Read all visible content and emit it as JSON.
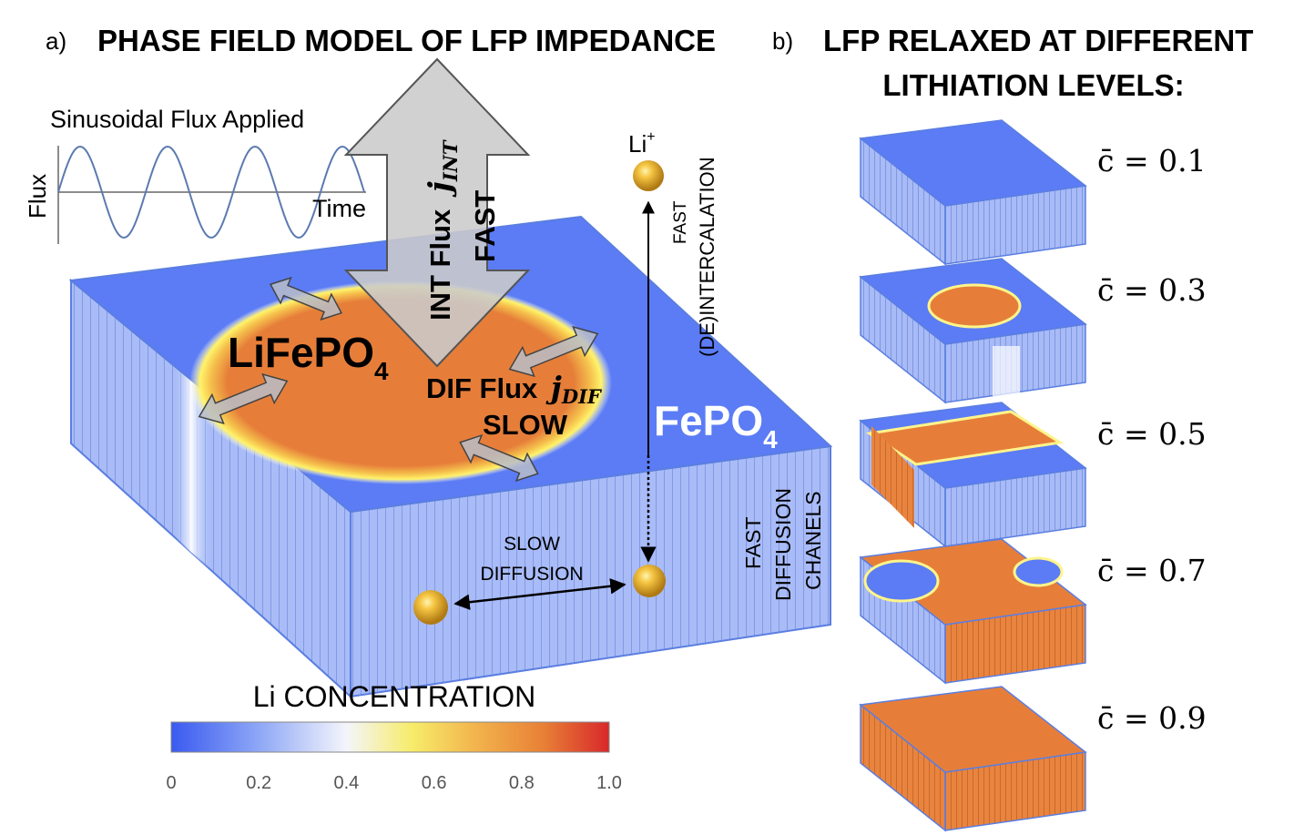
{
  "panel_a": {
    "letter": "a)",
    "title": "PHASE FIELD MODEL OF LFP IMPEDANCE",
    "flux_plot": {
      "title": "Sinusoidal Flux Applied",
      "y_label": "Flux",
      "x_label": "Time"
    },
    "int_arrow": {
      "line1": "INT Flux",
      "symbol": "j",
      "subscript": "INT",
      "line2": "FAST"
    },
    "lifepo4": {
      "text": "LiFePO",
      "subscript": "4"
    },
    "fepo4": {
      "text": "FePO",
      "subscript": "4"
    },
    "dif_flux": {
      "line1": "DIF Flux",
      "symbol": "j",
      "subscript": "DIF",
      "line2": "SLOW"
    },
    "li_ion": {
      "text": "Li",
      "superscript": "+"
    },
    "intercalation": {
      "line1": "FAST",
      "line2": "(DE)INTERCALATION"
    },
    "slow_diffusion": {
      "line1": "SLOW",
      "line2": "DIFFUSION"
    },
    "channels": {
      "line1": "FAST",
      "line2": "DIFFUSION",
      "line3": "CHANELS"
    },
    "colorbar": {
      "title": "Li CONCENTRATION",
      "ticks": [
        "0",
        "0.2",
        "0.4",
        "0.6",
        "0.8",
        "1.0"
      ],
      "colors": [
        "#3b5bf0",
        "#7f9cf5",
        "#f2f4ff",
        "#f9e64a",
        "#ef8a3a",
        "#e4392c",
        "#d52a2a"
      ]
    }
  },
  "panel_b": {
    "letter": "b)",
    "title_line1": "LFP RELAXED AT DIFFERENT",
    "title_line2": "LITHIATION LEVELS:",
    "levels": [
      {
        "label": "c̄ = 0.1"
      },
      {
        "label": "c̄ = 0.3"
      },
      {
        "label": "c̄ = 0.5"
      },
      {
        "label": "c̄ = 0.7"
      },
      {
        "label": "c̄ = 0.9"
      }
    ]
  },
  "colors": {
    "fepo4_blue": "#5b7cf5",
    "lifepo4_orange": "#e67e3a",
    "front_blue": "#a9bdf7",
    "edge": "#5b7ee0",
    "arrow_gray": "#cfcfcf"
  }
}
